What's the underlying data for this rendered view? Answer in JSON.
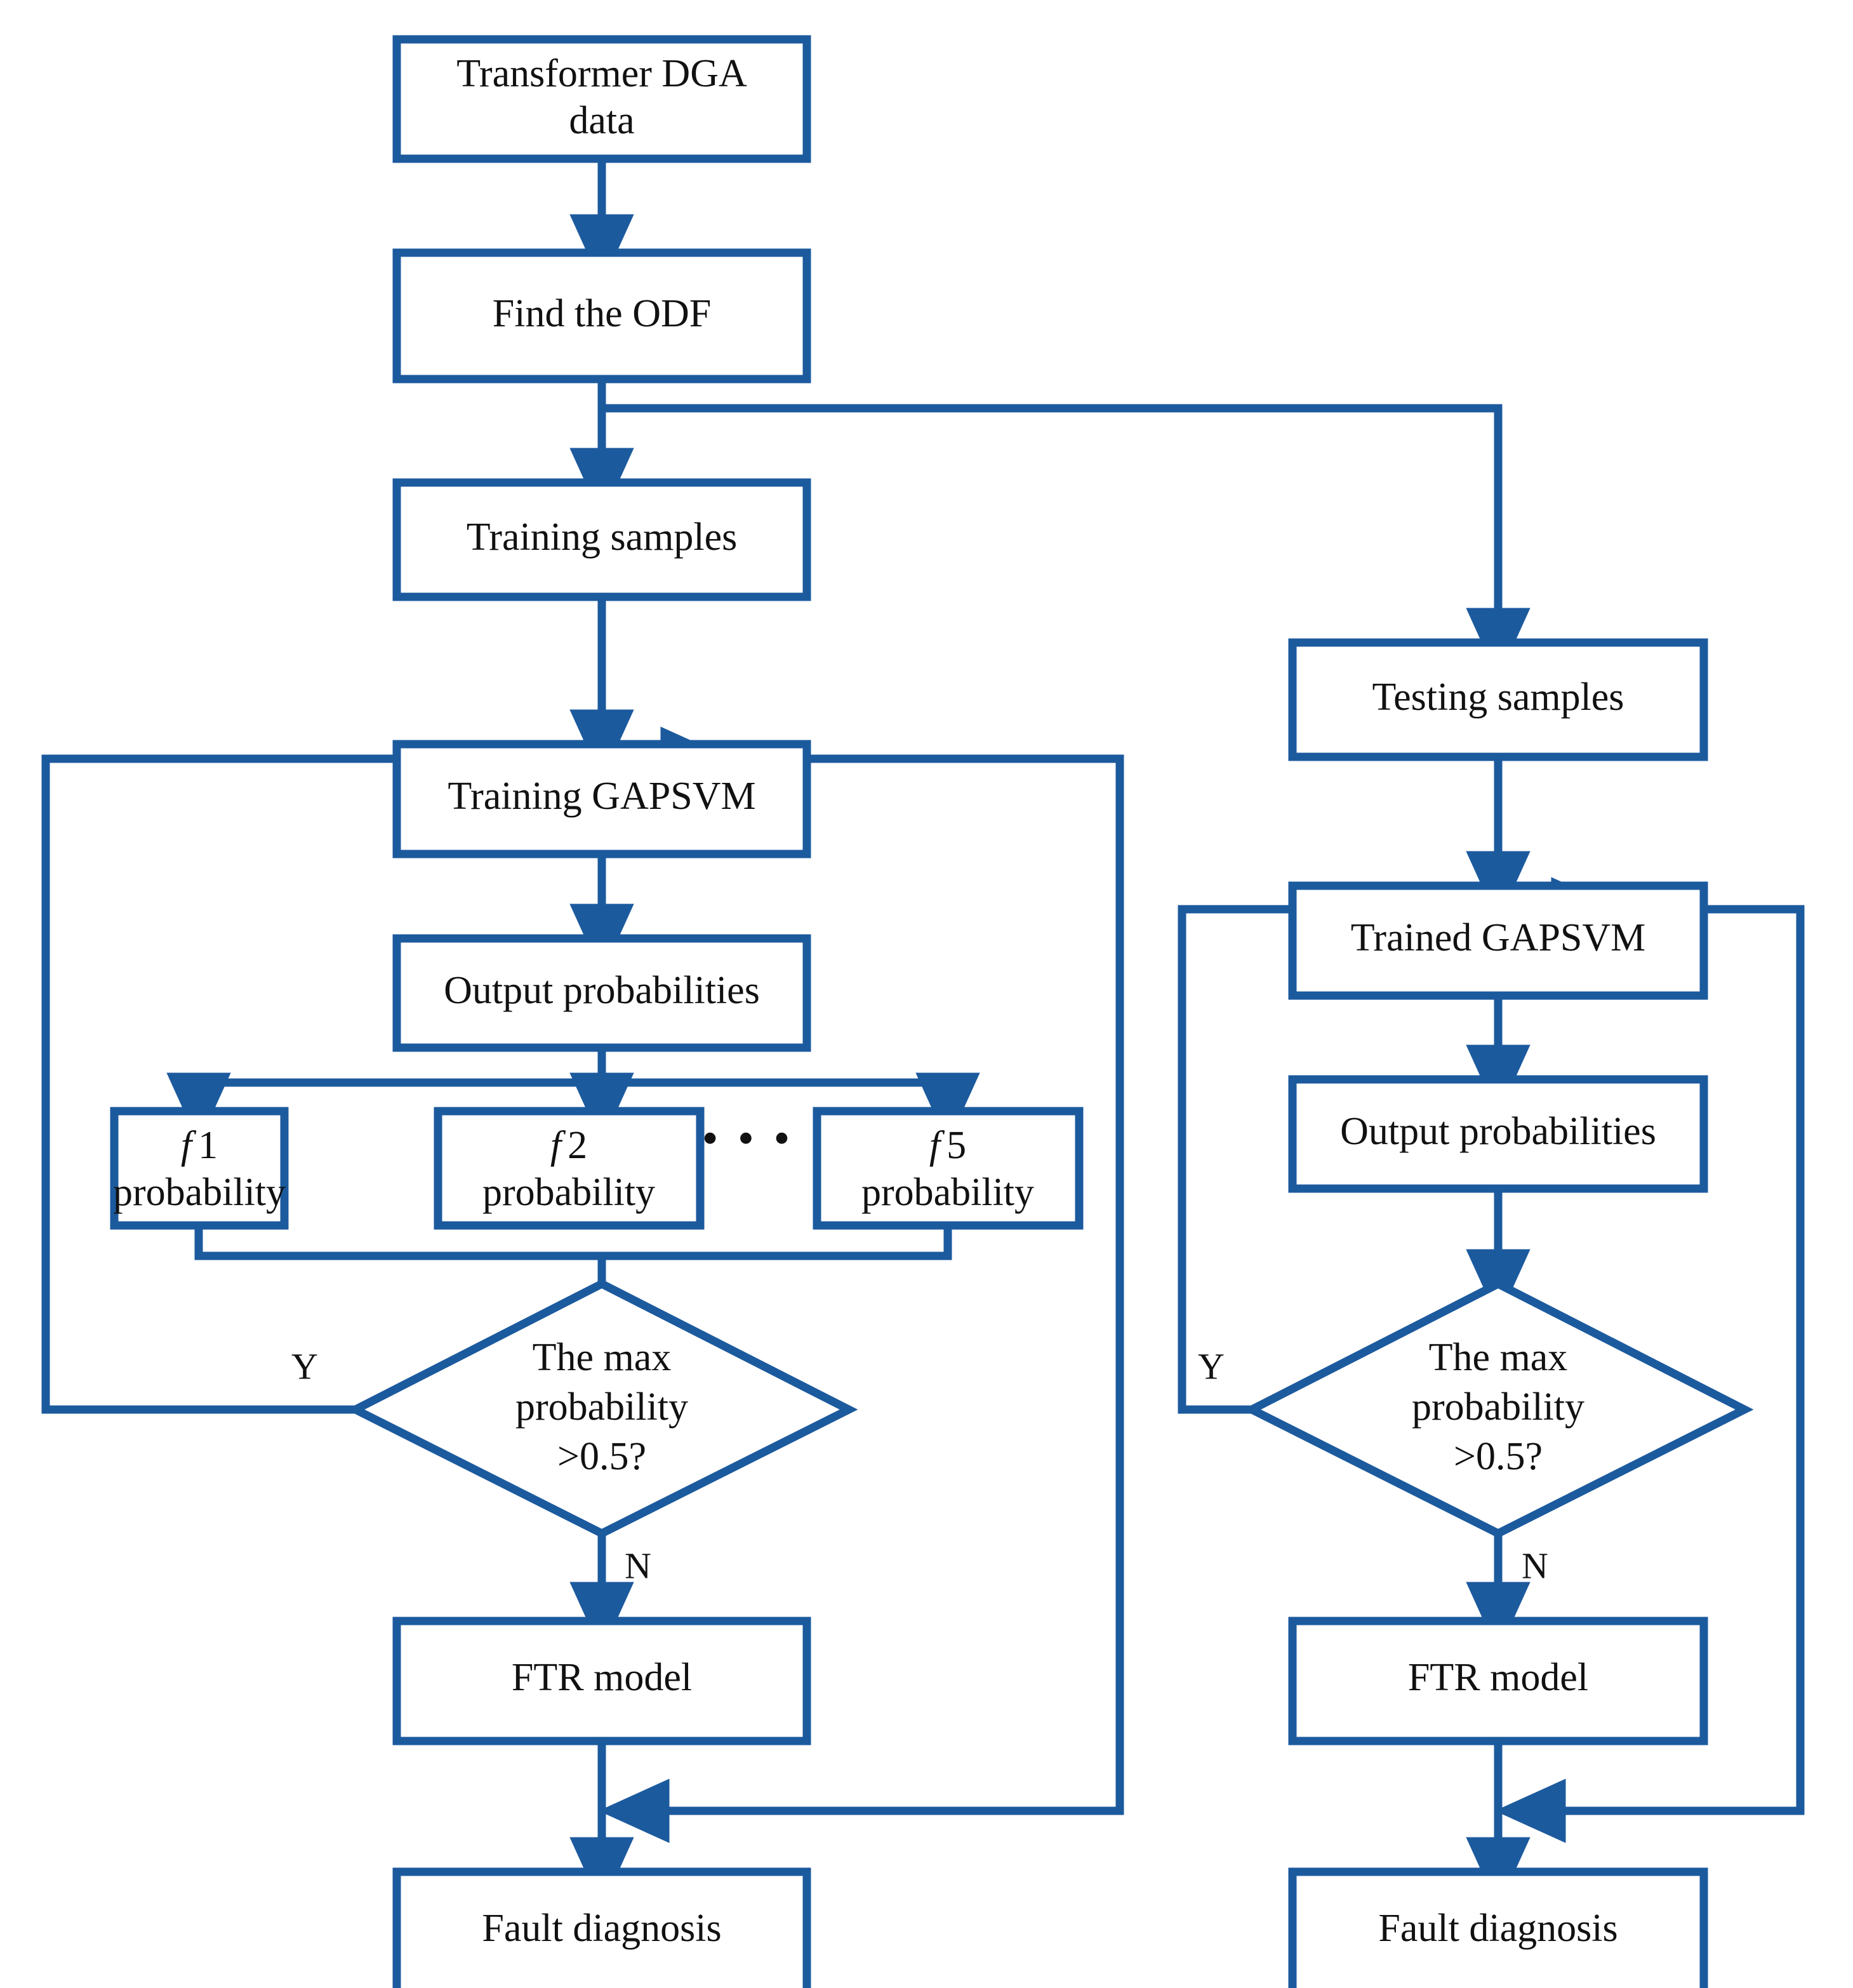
{
  "diagram": {
    "title": "GAPSVM transformer fault diagnosis flowchart",
    "accent_color": "#1C5A9E",
    "background_color": "#FFFFFF",
    "text_color": "#111111"
  },
  "nodes": {
    "transformer_dga_data": {
      "line1": "Transformer DGA",
      "line2": "data"
    },
    "find_the_odf": {
      "label": "Find the ODF"
    },
    "training_samples": {
      "label": "Training samples"
    },
    "training_gapsvm": {
      "label": "Training GAPSVM"
    },
    "output_probabilities_left": {
      "label": "Output probabilities"
    },
    "f1_probability": {
      "symbol": "f",
      "index": "1",
      "line2": "probability"
    },
    "f2_probability": {
      "symbol": "f",
      "index": "2",
      "line2": "probability"
    },
    "f5_probability": {
      "symbol": "f",
      "index": "5",
      "line2": "probability"
    },
    "ellipsis": {
      "label": "• • •"
    },
    "decision_left": {
      "line1": "The max",
      "line2": "probability",
      "line3": ">0.5?"
    },
    "ftr_model_left": {
      "label": "FTR model"
    },
    "fault_diagnosis_left": {
      "label": "Fault diagnosis"
    },
    "testing_samples": {
      "label": "Testing samples"
    },
    "trained_gapsvm": {
      "label": "Trained GAPSVM"
    },
    "output_probabilities_right": {
      "label": "Output probabilities"
    },
    "decision_right": {
      "line1": "The max",
      "line2": "probability",
      "line3": ">0.5?"
    },
    "ftr_model_right": {
      "label": "FTR model"
    },
    "fault_diagnosis_right": {
      "label": "Fault diagnosis"
    }
  },
  "edge_labels": {
    "left_yes": "Y",
    "left_no": "N",
    "right_yes": "Y",
    "right_no": "N"
  }
}
